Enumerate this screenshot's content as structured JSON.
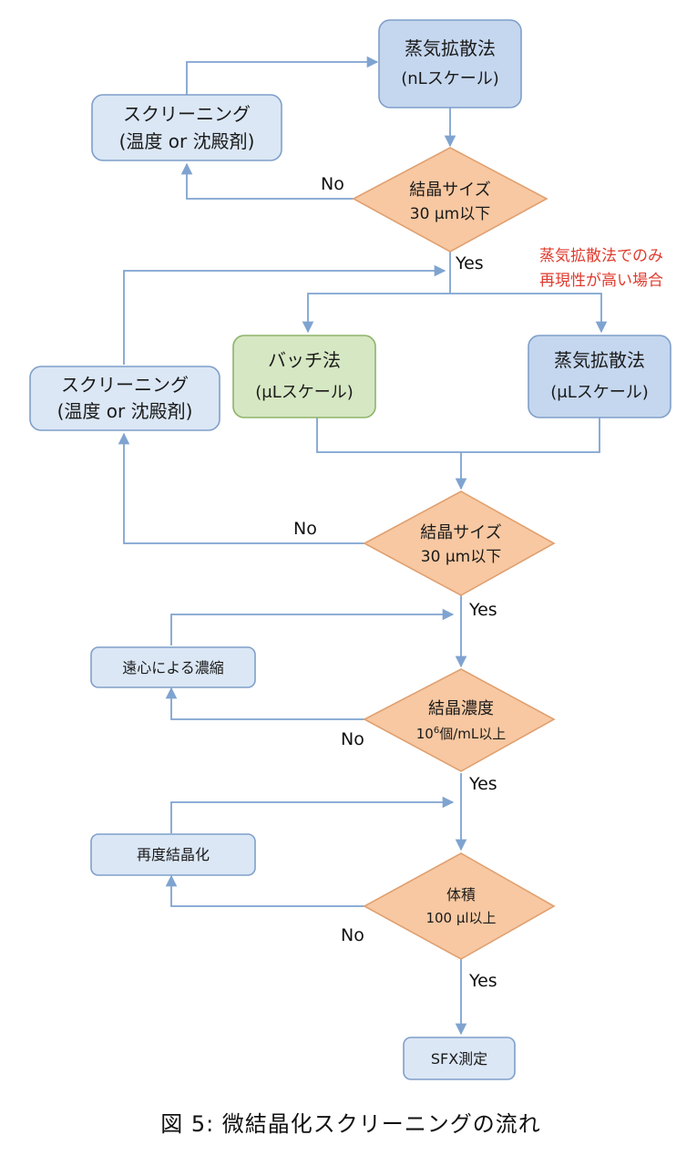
{
  "nodes": {
    "vapor_nl_line1": "蒸気拡散法",
    "vapor_nl_line2": "(nLスケール)",
    "screening1_line1": "スクリーニング",
    "screening1_line2": "(温度 or 沈殿剤)",
    "decision1_line1": "結晶サイズ",
    "decision1_line2": "30 μm以下",
    "note_line1": "蒸気拡散法でのみ",
    "note_line2": "再現性が高い場合",
    "batch_line1": "バッチ法",
    "batch_line2": "(μLスケール)",
    "vapor_ul_line1": "蒸気拡散法",
    "vapor_ul_line2": "(μLスケール)",
    "screening2_line1": "スクリーニング",
    "screening2_line2": "(温度 or 沈殿剤)",
    "decision2_line1": "結晶サイズ",
    "decision2_line2": "30 μm以下",
    "centrifuge": "遠心による濃縮",
    "decision3_line1": "結晶濃度",
    "decision3_line2_base": "10",
    "decision3_line2_sup": "6",
    "decision3_line2_rest": "個/mL以上",
    "recrystallize": "再度結晶化",
    "decision4_line1": "体積",
    "decision4_line2": "100 μl以上",
    "sfx": "SFX測定"
  },
  "labels": {
    "yes": "Yes",
    "no": "No"
  },
  "caption": "図 5: 微結晶化スクリーニングの流れ",
  "colors": {
    "blue_box": "#dbe7f5",
    "green_box": "#d6e7c3",
    "diamond": "#f7c8a2",
    "connector": "#7fa3d0",
    "note": "#e03b2e"
  }
}
